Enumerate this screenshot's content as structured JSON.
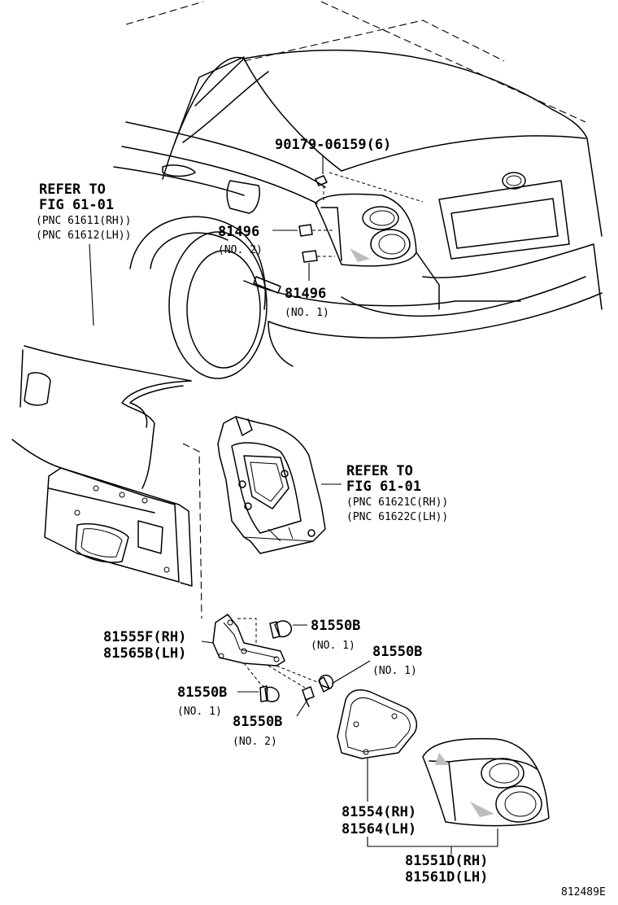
{
  "labels": {
    "bolt_top": "90179-06159(6)",
    "refer_top": {
      "line1": "REFER TO",
      "line2": "FIG 61-01",
      "line3": "(PNC 61611(RH))",
      "line4": "(PNC 61612(LH))"
    },
    "socket_no2": {
      "part": "81496",
      "note": "(NO. 2)"
    },
    "socket_no1": {
      "part": "81496",
      "note": "(NO. 1)"
    },
    "refer_mid": {
      "line1": "REFER TO",
      "line2": "FIG 61-01",
      "line3": "(PNC 61621C(RH))",
      "line4": "(PNC 61622C(LH))"
    },
    "holder": {
      "rh": "81555F(RH)",
      "lh": "81565B(LH)"
    },
    "bulb_a": {
      "part": "81550B",
      "note": "(NO. 1)"
    },
    "bulb_b": {
      "part": "81550B",
      "note": "(NO. 1)"
    },
    "bulb_c": {
      "part": "81550B",
      "note": "(NO. 1)"
    },
    "bulb_d": {
      "part": "81550B",
      "note": "(NO. 2)"
    },
    "gasket": {
      "rh": "81554(RH)",
      "lh": "81564(LH)"
    },
    "lamp": {
      "rh": "81551D(RH)",
      "lh": "81561D(LH)"
    },
    "code": "812489E"
  }
}
